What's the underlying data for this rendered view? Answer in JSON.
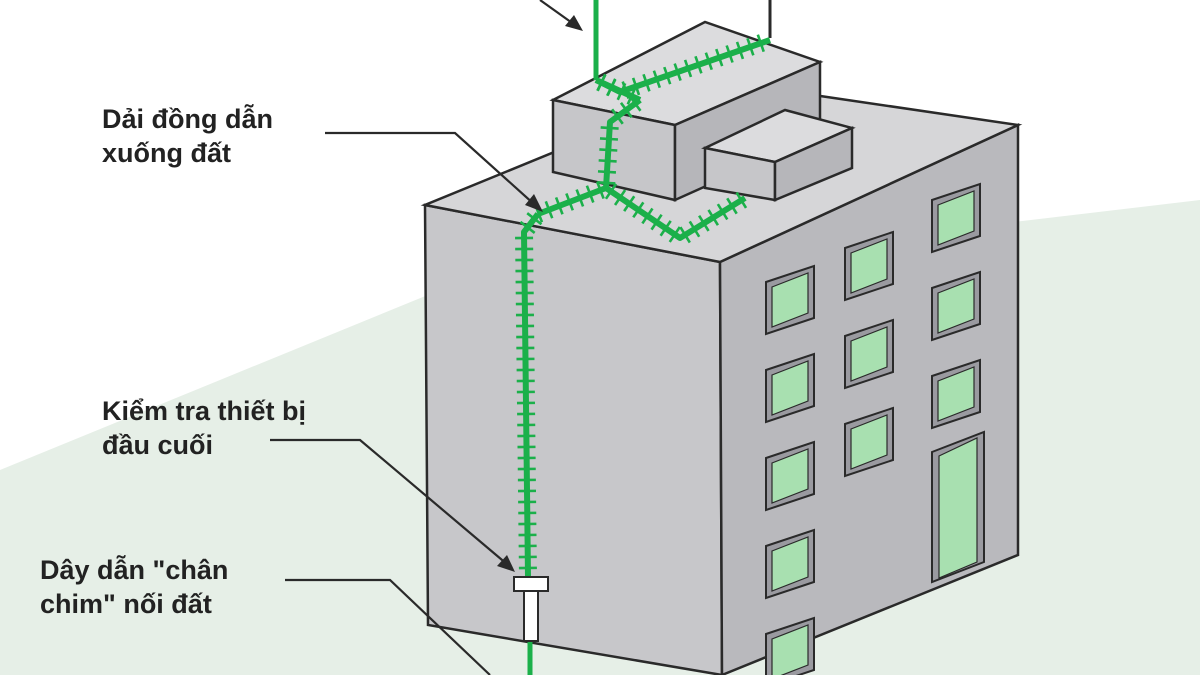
{
  "labels": {
    "down_conductor": [
      "Dải đồng dẫn",
      "xuống đất"
    ],
    "test_terminal": [
      "Kiểm tra thiết bị",
      "đầu cuối"
    ],
    "ground_rod": [
      "Dây dẫn \"chân",
      "chim\" nối đất"
    ]
  },
  "colors": {
    "conductor": "#1bb04a",
    "building_front": "#c7c7ca",
    "building_side": "#b9b9bd",
    "building_top": "#d6d6d8",
    "window_glass": "#a8e0b0",
    "ground": "#e6efe7",
    "outline": "#2a2a2a"
  },
  "icons": {
    "leader_arrow": "arrowhead",
    "test_terminal_shape": "t-shaped-clamp"
  }
}
